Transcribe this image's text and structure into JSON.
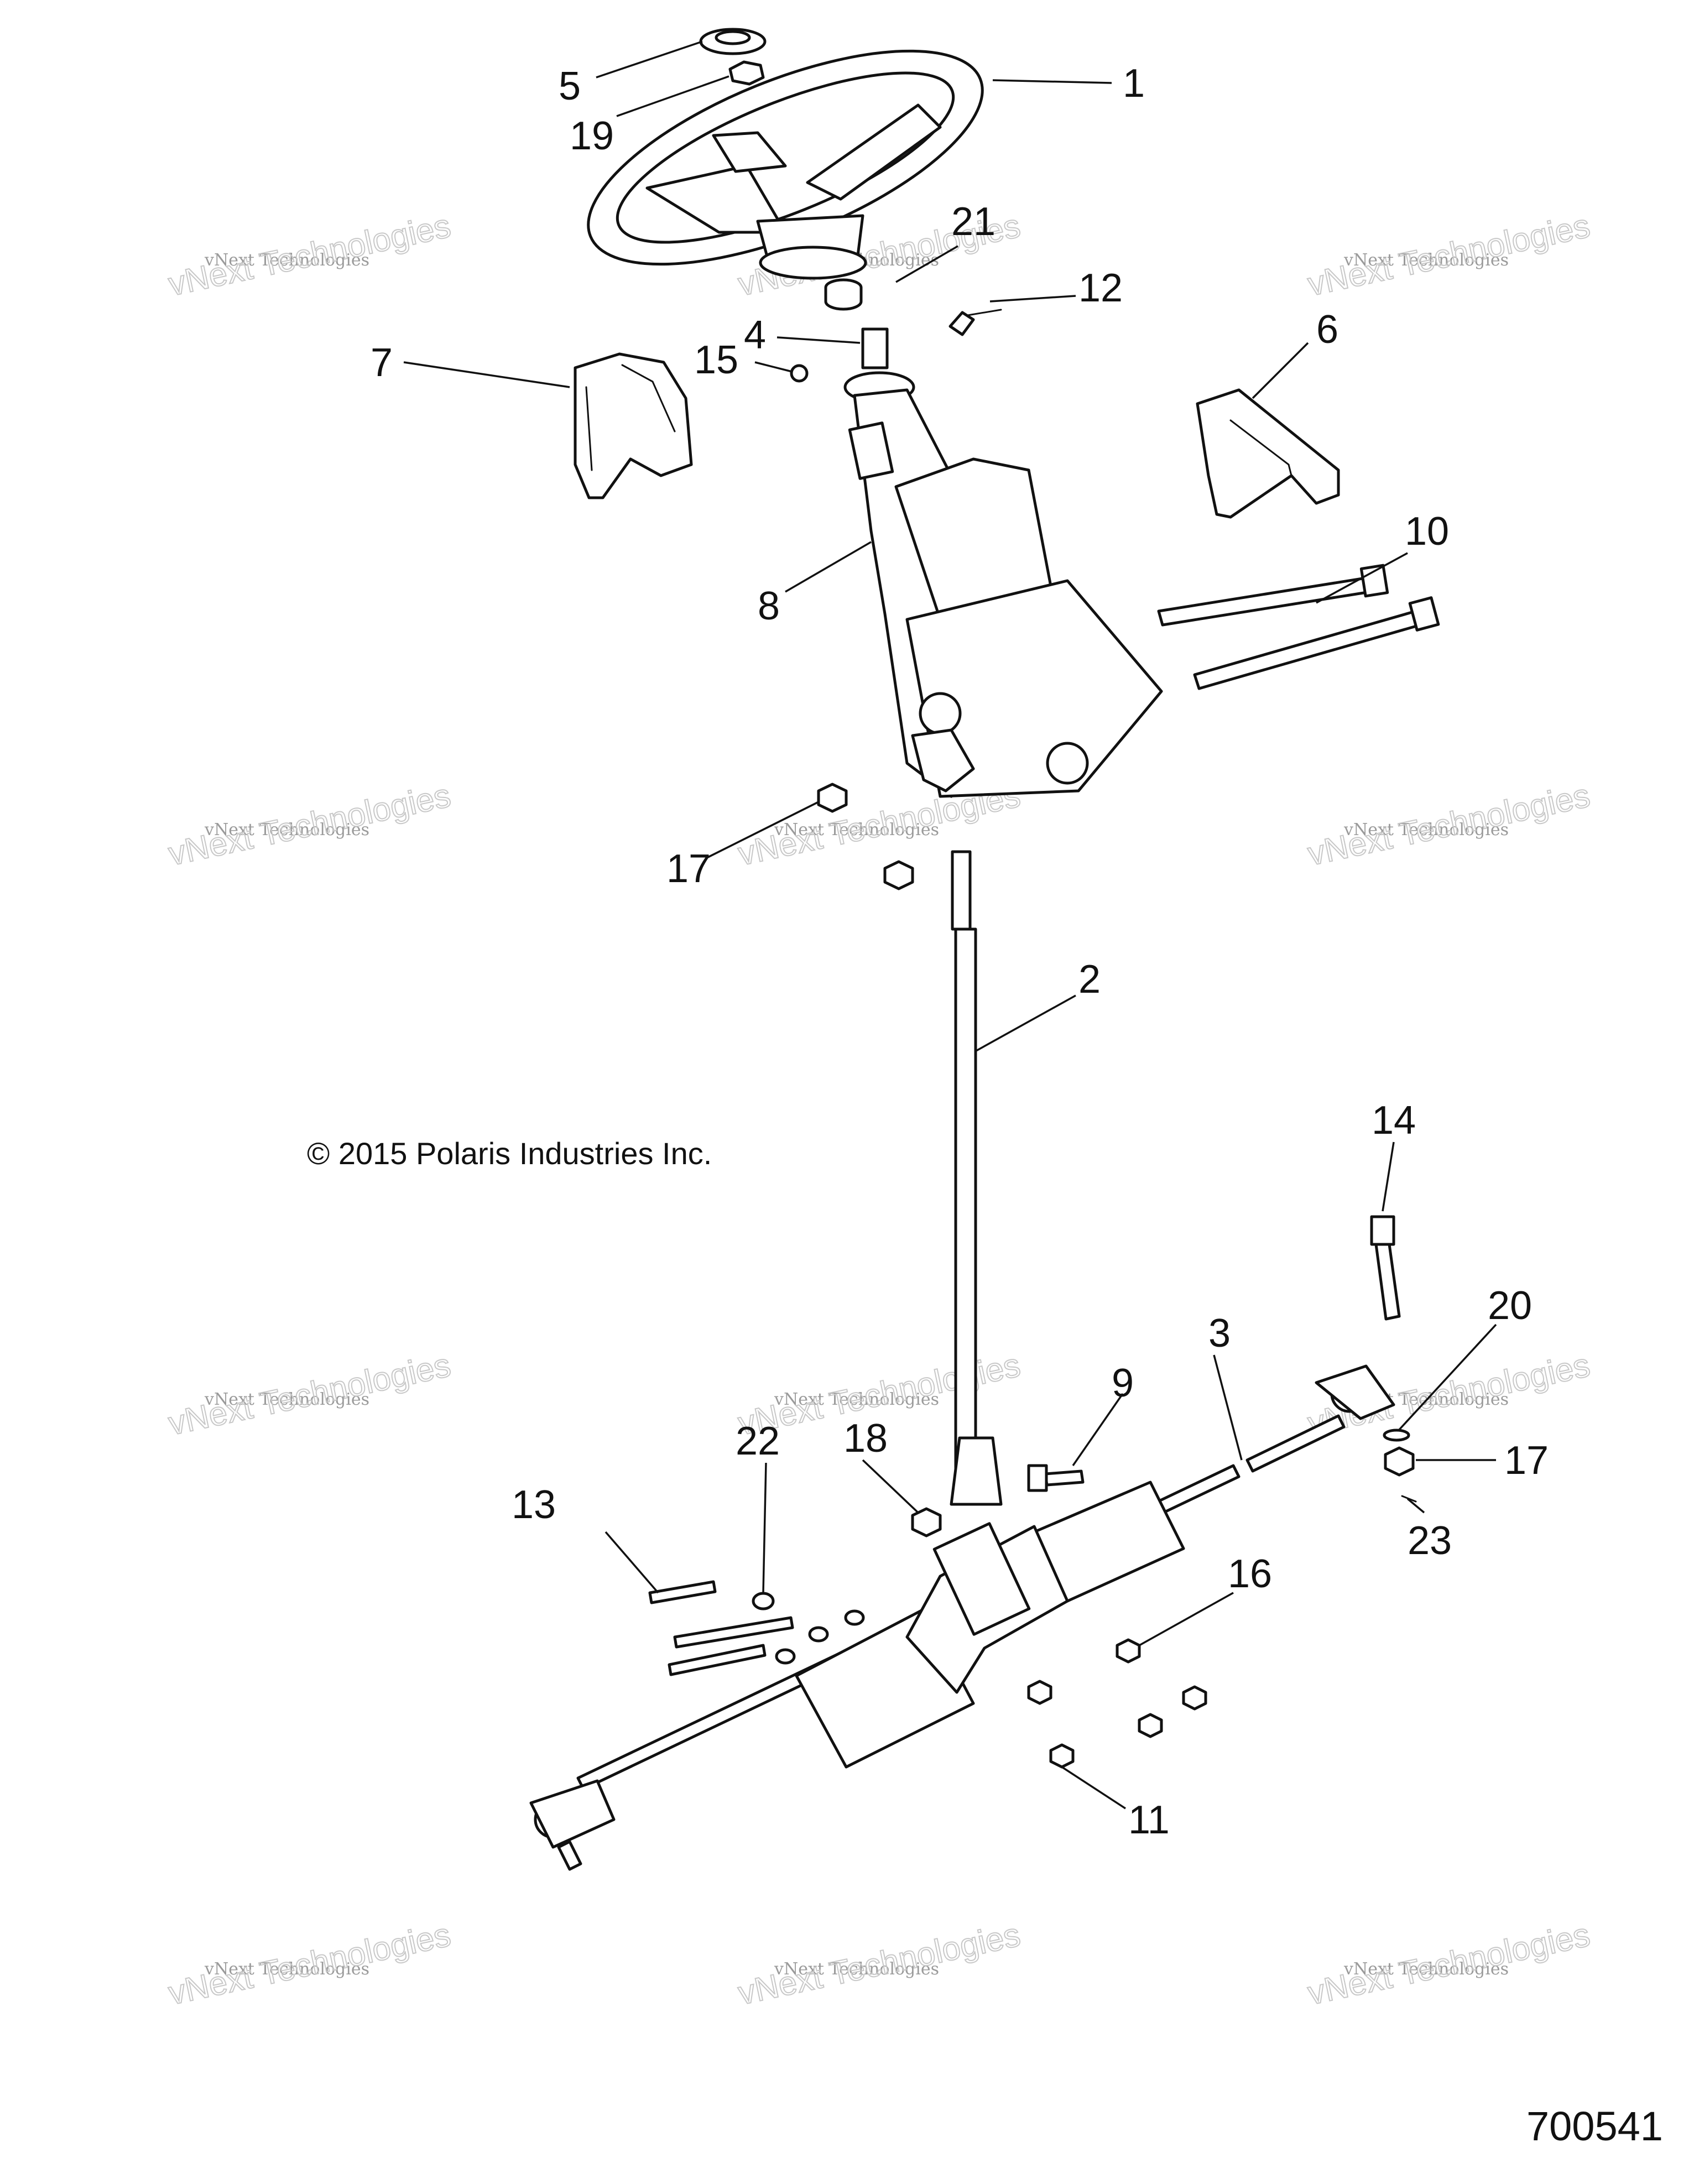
{
  "diagram": {
    "copyright": "© 2015 Polaris Industries Inc.",
    "figure_number": "700541",
    "watermark": {
      "line1": "vNext Technologies",
      "line2": "vNext Technologies"
    },
    "callouts": [
      {
        "id": "c1",
        "label": "1",
        "part": "steering-wheel"
      },
      {
        "id": "c2",
        "label": "2",
        "part": "steering-shaft"
      },
      {
        "id": "c3",
        "label": "3",
        "part": "steering-rack"
      },
      {
        "id": "c4",
        "label": "4",
        "part": "column-bracket"
      },
      {
        "id": "c5",
        "label": "5",
        "part": "wheel-cap"
      },
      {
        "id": "c6",
        "label": "6",
        "part": "right-column-cover"
      },
      {
        "id": "c7",
        "label": "7",
        "part": "left-column-cover"
      },
      {
        "id": "c8",
        "label": "8",
        "part": "steering-column"
      },
      {
        "id": "c9",
        "label": "9",
        "part": "u-joint-bolt"
      },
      {
        "id": "c10",
        "label": "10",
        "part": "column-mount-bolt"
      },
      {
        "id": "c11",
        "label": "11",
        "part": "rack-bolt"
      },
      {
        "id": "c12",
        "label": "12",
        "part": "column-screw"
      },
      {
        "id": "c13",
        "label": "13",
        "part": "rack-mount-bolt"
      },
      {
        "id": "c14",
        "label": "14",
        "part": "tie-rod-bolt"
      },
      {
        "id": "c15",
        "label": "15",
        "part": "small-nut"
      },
      {
        "id": "c16",
        "label": "16",
        "part": "rack-nut"
      },
      {
        "id": "c17a",
        "label": "17",
        "part": "flange-nut-upper"
      },
      {
        "id": "c17b",
        "label": "17",
        "part": "flange-nut-tie-rod"
      },
      {
        "id": "c18",
        "label": "18",
        "part": "u-joint-nut"
      },
      {
        "id": "c19",
        "label": "19",
        "part": "wheel-nut"
      },
      {
        "id": "c20",
        "label": "20",
        "part": "tie-rod-washer"
      },
      {
        "id": "c21",
        "label": "21",
        "part": "column-bushing"
      },
      {
        "id": "c22",
        "label": "22",
        "part": "rack-washer"
      },
      {
        "id": "c23",
        "label": "23",
        "part": "cotter-pin"
      }
    ]
  }
}
